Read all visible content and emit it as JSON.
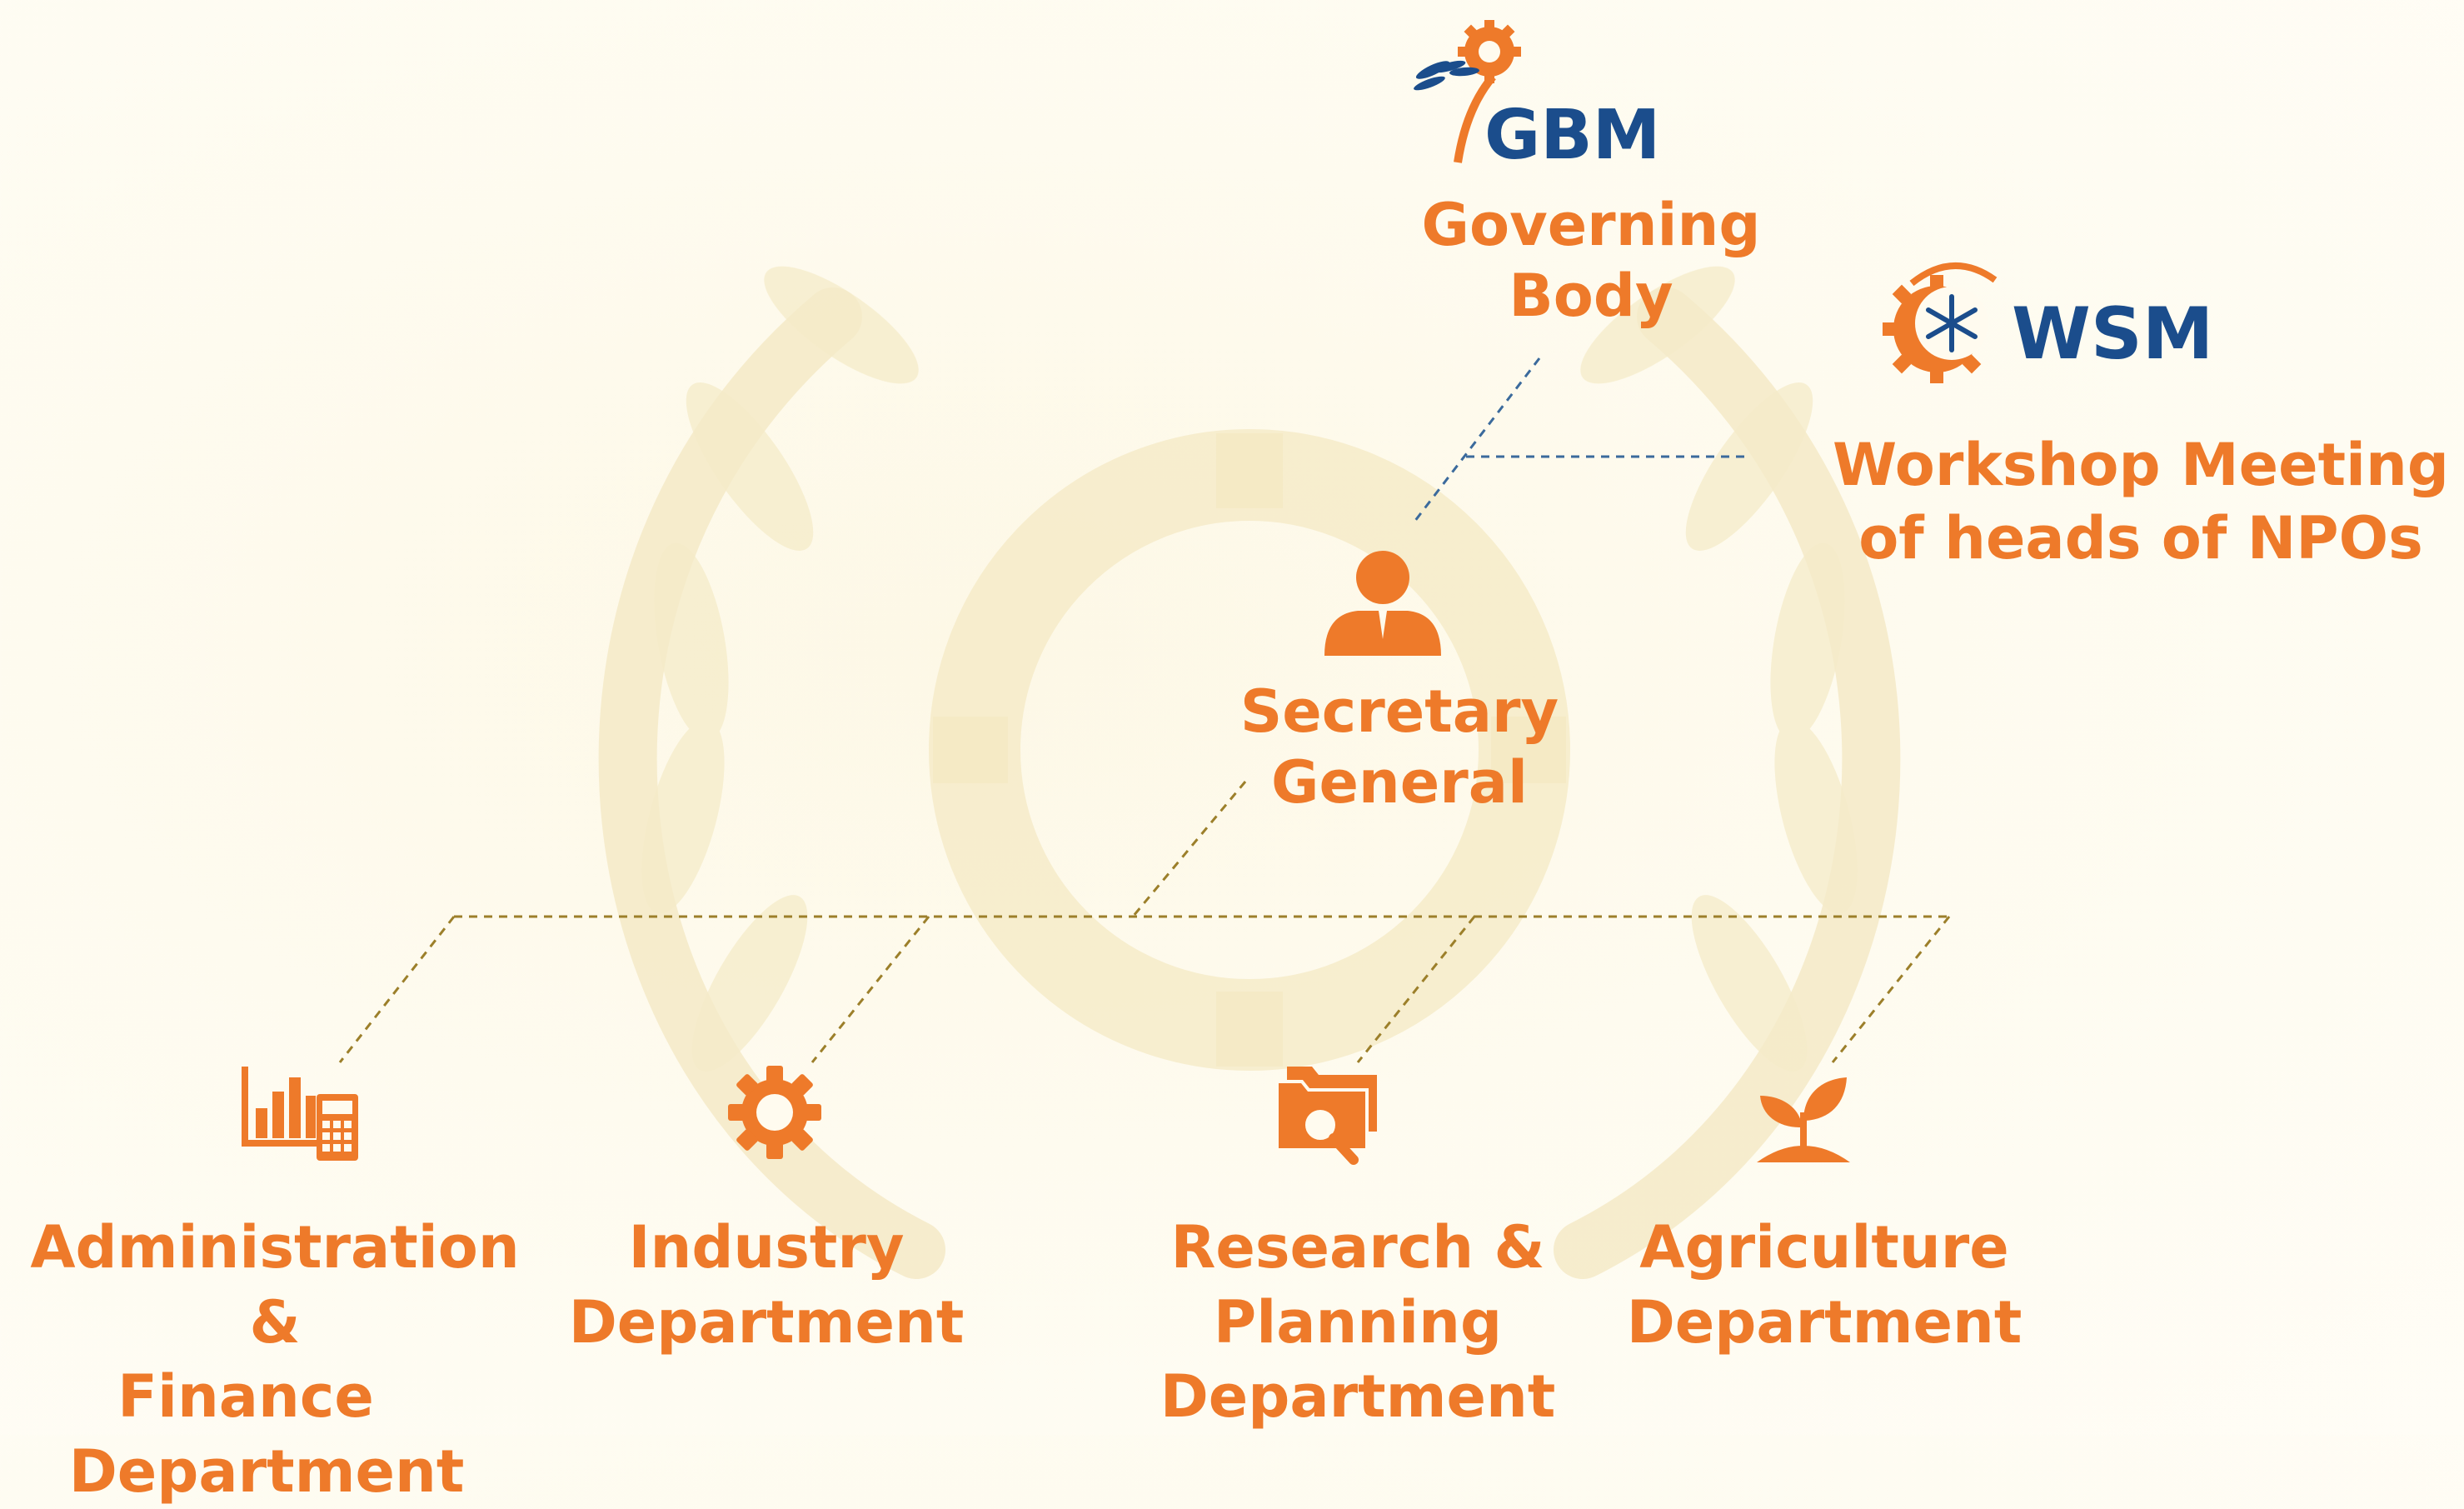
{
  "colors": {
    "accent": "#ee7a2a",
    "logo_blue": "#1b4d8c",
    "connector_blue": "#3b6a9c",
    "connector_gold": "#9c7f2a",
    "watermark": "#f3e7be"
  },
  "gbm": {
    "logo_text": "GBM",
    "label_line1": "Governing",
    "label_line2": "Body"
  },
  "wsm": {
    "logo_text": "WSM",
    "label_line1": "Workshop Meeting",
    "label_line2": "of heads of NPOs"
  },
  "secretary": {
    "icon": "person-icon",
    "label_line1": "Secretary",
    "label_line2": "General"
  },
  "departments": [
    {
      "icon": "calculator-chart-icon",
      "lines": [
        "Administration &",
        "Finance",
        "Department"
      ]
    },
    {
      "icon": "gear-icon",
      "lines": [
        "Industry",
        "Department"
      ]
    },
    {
      "icon": "folder-search-icon",
      "lines": [
        "Research &",
        "Planning",
        "Department"
      ]
    },
    {
      "icon": "plant-icon",
      "lines": [
        "Agriculture",
        "Department"
      ]
    }
  ]
}
